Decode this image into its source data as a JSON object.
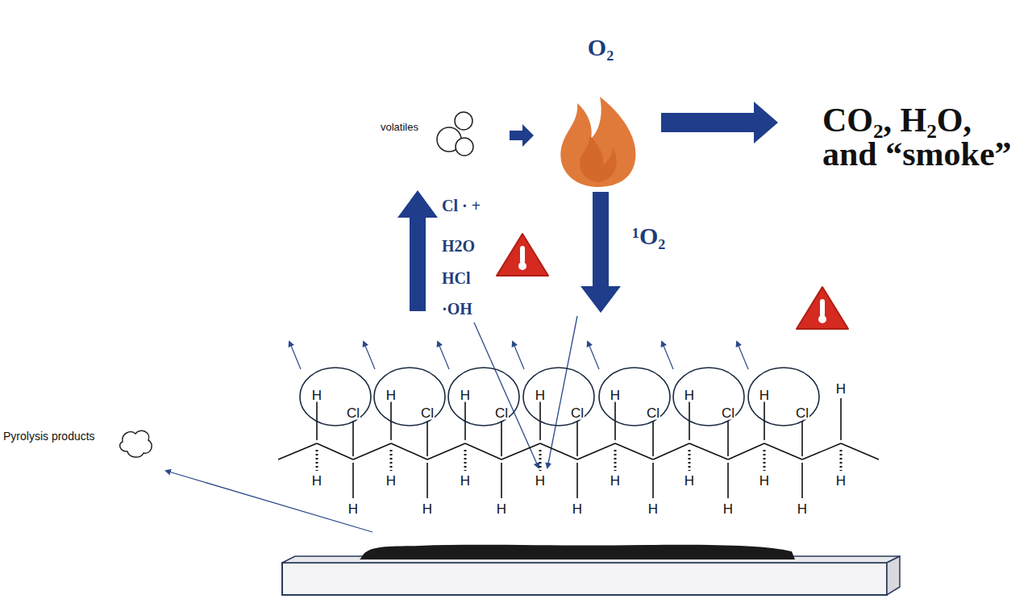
{
  "diagram": {
    "nodes": [
      {
        "text": [
          "H",
          "Cl"
        ]
      },
      {
        "text": [
          "H",
          "Cl"
        ]
      },
      {
        "text": [
          "H",
          "Cl"
        ]
      },
      {
        "text": [
          "H",
          "Cl"
        ]
      },
      {
        "text": [
          "H",
          "Cl"
        ]
      },
      {
        "text": [
          "H",
          "Cl"
        ]
      },
      {
        "text": [
          "H",
          "Cl"
        ]
      }
    ],
    "labels": [
      "O₂",
      "volatiles",
      "Cl · +",
      "H2O",
      "HCl",
      "·OH",
      "¹O₂",
      "CO₂, H₂O, and “smoke”",
      "Pyrolysis products",
      "H",
      "H",
      "H",
      "H",
      "H",
      "H",
      "H",
      "H",
      "H",
      "H",
      "H",
      "H",
      "H",
      "H",
      "H",
      "H"
    ]
  }
}
